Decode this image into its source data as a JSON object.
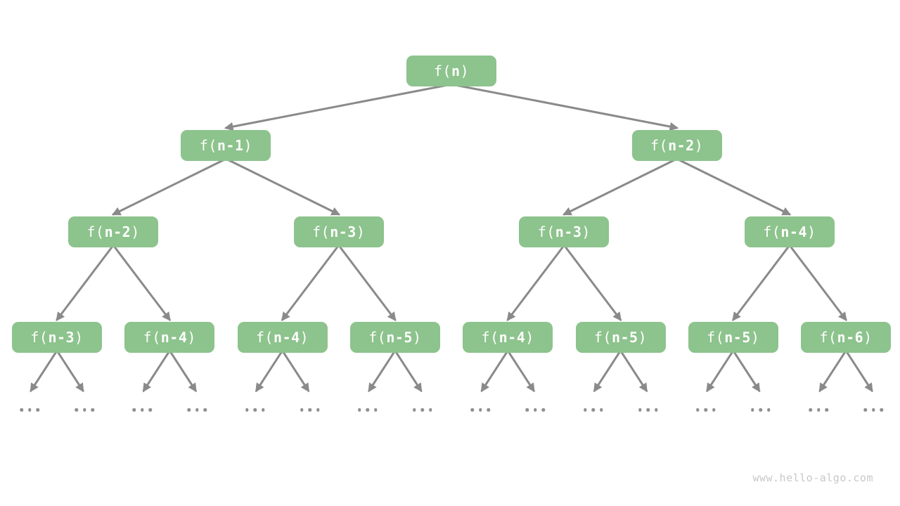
{
  "diagram": {
    "type": "recursion-tree",
    "watermark": "www.hello-algo.com",
    "colors": {
      "background": "#ffffff",
      "node_fill": "#8dc38d",
      "node_text": "#ffffff",
      "edge": "#8a8a8a",
      "ellipsis": "#8f8f8f",
      "watermark": "#c8c8c8"
    },
    "tree": {
      "levels": [
        [
          "f(n)"
        ],
        [
          "f(n-1)",
          "f(n-2)"
        ],
        [
          "f(n-2)",
          "f(n-3)",
          "f(n-3)",
          "f(n-4)"
        ],
        [
          "f(n-3)",
          "f(n-4)",
          "f(n-4)",
          "f(n-5)",
          "f(n-4)",
          "f(n-5)",
          "f(n-5)",
          "f(n-6)"
        ]
      ],
      "ellipsis_label": "...",
      "ellipsis_per_leaf": 2
    }
  }
}
